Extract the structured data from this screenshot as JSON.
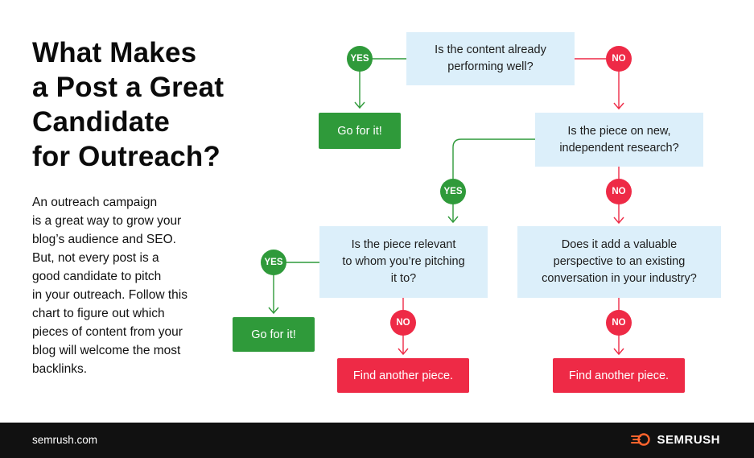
{
  "title_lines": [
    "What Makes",
    "a Post a Great",
    "Candidate",
    "for Outreach?"
  ],
  "intro_lines": [
    "An outreach campaign",
    "is a great way to grow your",
    "blog’s audience and SEO.",
    "But, not every post is a",
    "good candidate to pitch",
    "in your outreach. Follow this",
    "chart to figure out which",
    "pieces of content from your",
    "blog will welcome the most",
    "backlinks."
  ],
  "flow": {
    "q1": [
      "Is the content already",
      "performing well?"
    ],
    "q2": [
      "Is the piece on new,",
      "independent research?"
    ],
    "q3": [
      "Is the piece relevant",
      "to whom you’re pitching",
      "it to?"
    ],
    "q4": [
      "Does it add a valuable",
      "perspective to an existing",
      "conversation in your industry?"
    ],
    "yes": "YES",
    "no": "NO",
    "go": "Go for it!",
    "find": "Find another piece."
  },
  "footer": {
    "site": "semrush.com",
    "brand": "SEMRUSH"
  },
  "colors": {
    "question_bg": "#dceffa",
    "yes_green": "#2f9a3a",
    "no_red": "#ee2a46",
    "footer_bg": "#111111"
  }
}
